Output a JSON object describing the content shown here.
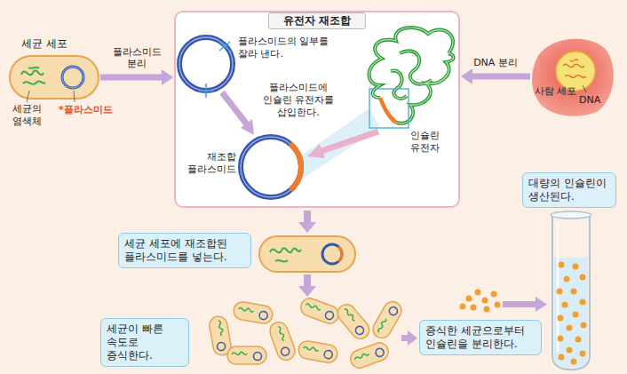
{
  "diagram": {
    "nodes": [
      {
        "text": [
          "세균 세포"
        ]
      },
      {
        "text": [
          "유전자 재조합"
        ]
      },
      {
        "text": [
          "사람 세포"
        ]
      },
      {
        "text": [
          "세균 세포에 재조합된 플라스미드를 넣는다."
        ]
      },
      {
        "text": [
          "세균이 빠른 속도로 증식한다."
        ]
      },
      {
        "text": [
          "증식한 세균으로부터 인슐린을 분리한다."
        ]
      },
      {
        "text": [
          "대량의 인슐린이 생산된다."
        ]
      }
    ],
    "edges": [
      {
        "from": 0,
        "to": 1,
        "label": "플라스미드 분리",
        "arrow": "to"
      },
      {
        "from": 2,
        "to": 1,
        "label": "DNA 분리",
        "arrow": "to"
      }
    ],
    "labels": [
      "세균의 염색체",
      "*플라스미드",
      "플라스미드의 일부를 잘라 낸다.",
      "플라스미드에 인슐린 유전자를 삽입한다.",
      "인슐린 유전자",
      "재조합 플라스미드",
      "DNA"
    ]
  }
}
